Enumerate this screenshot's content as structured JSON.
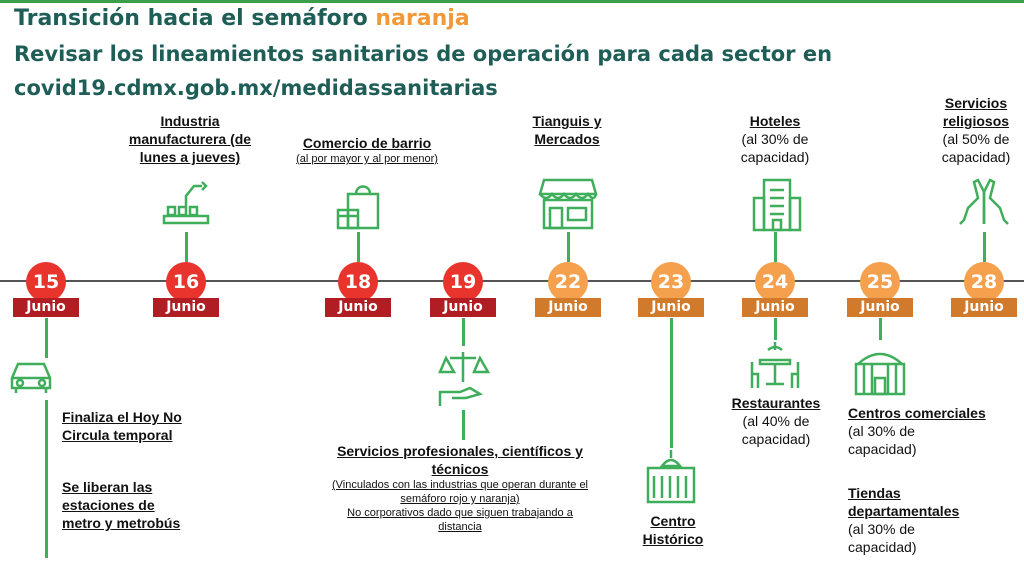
{
  "header": {
    "title_prefix": "Transición hacia el semáforo ",
    "title_accent": "naranja",
    "line2": "Revisar los lineamientos sanitarios de operación para cada sector en",
    "line3": "covid19.cdmx.gob.mx/medidassanitarias"
  },
  "colors": {
    "red": "#e8342d",
    "orange": "#f4a04d",
    "green": "#3fae5a",
    "title": "#1f5e57"
  },
  "timeline": [
    {
      "day": "15",
      "month": "Junio",
      "color": "red"
    },
    {
      "day": "16",
      "month": "Junio",
      "color": "red"
    },
    {
      "day": "18",
      "month": "Junio",
      "color": "red"
    },
    {
      "day": "19",
      "month": "Junio",
      "color": "red"
    },
    {
      "day": "22",
      "month": "Junio",
      "color": "orange"
    },
    {
      "day": "23",
      "month": "Junio",
      "color": "orange"
    },
    {
      "day": "24",
      "month": "Junio",
      "color": "orange"
    },
    {
      "day": "25",
      "month": "Junio",
      "color": "orange"
    },
    {
      "day": "28",
      "month": "Junio",
      "color": "orange"
    }
  ],
  "events": {
    "industria": {
      "title": "Industria manufacturera (de lunes a jueves)",
      "icon": "factory-arm-icon"
    },
    "comercio": {
      "title": "Comercio de barrio",
      "note": "(al por mayor y al por menor)",
      "icon": "shopping-bag-icon"
    },
    "tianguis": {
      "title": "Tianguis y Mercados",
      "icon": "market-stall-icon"
    },
    "hoteles": {
      "title": "Hoteles",
      "note": "(al 30% de capacidad)",
      "icon": "hotel-icon"
    },
    "religiosos": {
      "title": "Servicios religiosos",
      "note": "(al 50% de capacidad)",
      "icon": "praying-hands-icon"
    },
    "hoy_no_circula": {
      "title": "Finaliza el Hoy No Circula temporal",
      "icon": "car-icon"
    },
    "metro": {
      "title": "Se liberan las estaciones de metro y metrobús"
    },
    "profesionales": {
      "title": "Servicios profesionales, científicos y técnicos",
      "note1": "(Vinculados con las industrias que operan durante el semáforo rojo y naranja)",
      "note2": "No corporativos dado que siguen trabajando a distancia",
      "icon": "scales-hand-icon"
    },
    "centro": {
      "title": "Centro Histórico",
      "icon": "historic-building-icon"
    },
    "restaurantes": {
      "title": "Restaurantes",
      "note": "(al 40% de capacidad)",
      "icon": "restaurant-table-icon"
    },
    "centros_comerciales": {
      "title": "Centros comerciales",
      "note": "(al 30% de capacidad)",
      "icon": "mall-icon"
    },
    "tiendas": {
      "title": "Tiendas departamentales",
      "note": "(al 30% de capacidad)"
    }
  }
}
